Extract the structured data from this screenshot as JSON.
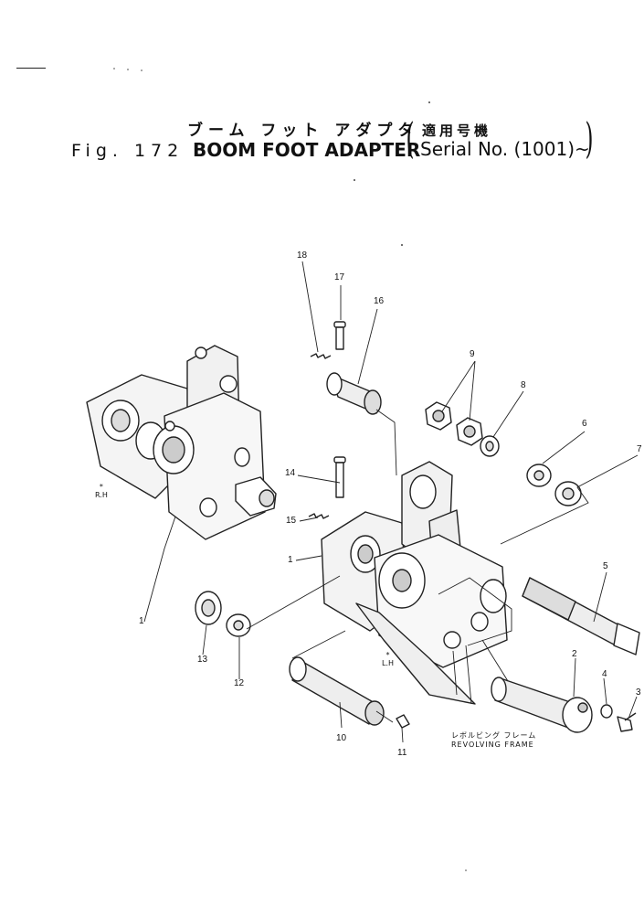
{
  "header": {
    "title_jp": "ブーム フット アダプタ",
    "fig_label": "Fig. 172",
    "title_en": "BOOM FOOT ADAPTER",
    "serial_jp": "適用号機",
    "serial_text": "Serial No. (1001)~"
  },
  "callouts": {
    "c1a": "1",
    "c1b": "1",
    "c2": "2",
    "c3": "3",
    "c4": "4",
    "c5": "5",
    "c6": "6",
    "c7": "7",
    "c8": "8",
    "c9": "9",
    "c10": "10",
    "c11": "11",
    "c12": "12",
    "c13": "13",
    "c14": "14",
    "c15": "15",
    "c16": "16",
    "c17": "17",
    "c18": "18"
  },
  "side_labels": {
    "rh_mark": "*",
    "rh": "R.H",
    "lh_mark": "*",
    "lh": "L.H"
  },
  "revolving_frame": {
    "jp": "レボルビング フレーム",
    "en": "REVOLVING FRAME"
  }
}
